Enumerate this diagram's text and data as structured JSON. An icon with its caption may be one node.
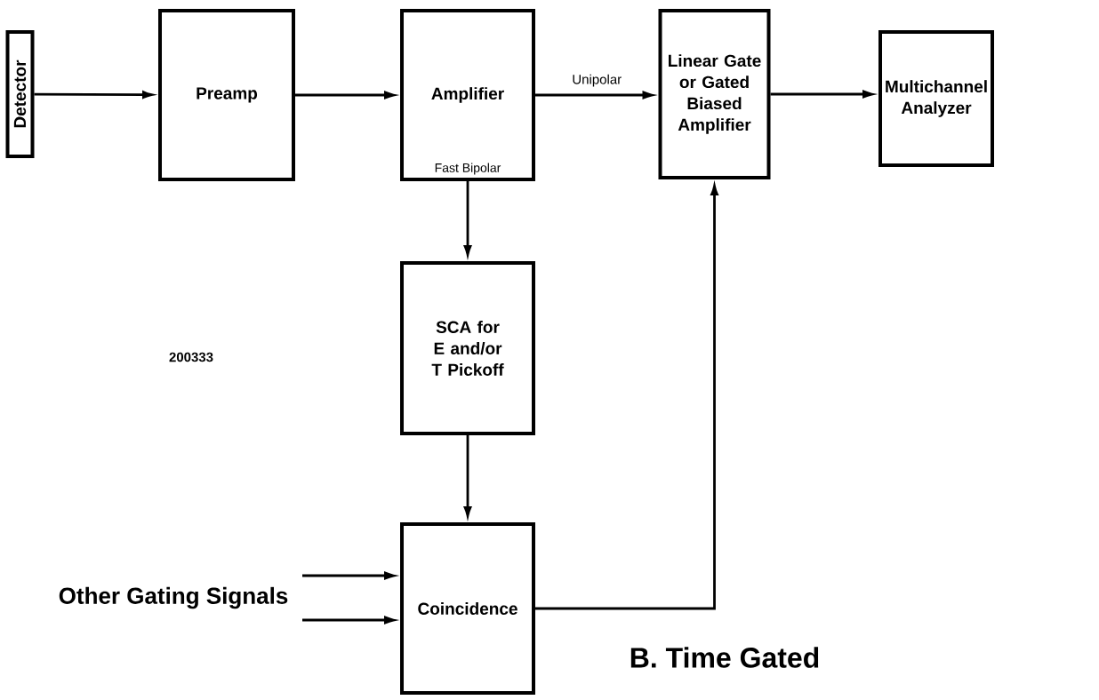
{
  "diagram": {
    "nodes": [
      {
        "text": [
          "Detector"
        ]
      },
      {
        "text": [
          "Preamp"
        ]
      },
      {
        "text": [
          "Amplifier",
          "Fast Bipolar"
        ]
      },
      {
        "text": [
          "Linear Gate or Gated Biased Amplifier"
        ]
      },
      {
        "text": [
          "Multichannel Analyzer"
        ]
      },
      {
        "text": [
          "SCA for E and/or T Pickoff"
        ]
      },
      {
        "text": [
          "Coincidence"
        ]
      }
    ],
    "edges": [
      {
        "from": 0,
        "to": 1,
        "arrow": "to"
      },
      {
        "from": 1,
        "to": 2,
        "arrow": "to"
      },
      {
        "from": 2,
        "to": 3,
        "arrow": "to",
        "label": "Unipolar"
      },
      {
        "from": 3,
        "to": 4,
        "arrow": "to"
      },
      {
        "from": 2,
        "to": 5,
        "arrow": "to"
      },
      {
        "from": 5,
        "to": 6,
        "arrow": "to"
      },
      {
        "from": 6,
        "to": 3,
        "arrow": "to"
      },
      {
        "from": null,
        "to": 6,
        "arrow": "to"
      },
      {
        "from": null,
        "to": 6,
        "arrow": "to"
      }
    ],
    "labels": [
      "200333",
      "Other Gating Signals",
      "B. Time Gated"
    ]
  }
}
